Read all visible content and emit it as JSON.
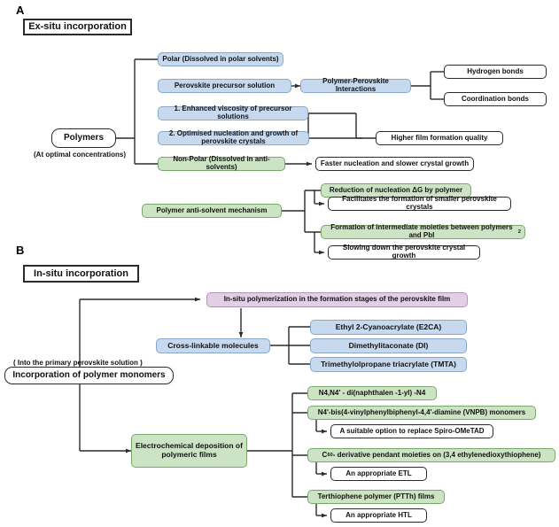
{
  "figure": {
    "panel_a_letter": "A",
    "panel_b_letter": "B"
  },
  "panel_a": {
    "header": "Ex-situ incorporation",
    "root": {
      "label": "Polymers",
      "caption": "(At optimal concentrations)"
    },
    "nodes": {
      "polar": "Polar (Dissolved in polar solvents)",
      "precursor": "Perovskite precursor solution",
      "interactions": "Polymer-Perovskite Interactions",
      "hydrogen_bonds": "Hydrogen bonds",
      "coordination_bonds": "Coordination bonds",
      "viscosity": "1. Enhanced viscosity of precursor solutions",
      "nucleation_growth": "2. Optimised nucleation and growth of perovskite crystals",
      "film_quality": "Higher film formation quality",
      "nonpolar": "Non-Polar (Dissolved in anti-solvents)",
      "faster_nucleation": "Faster nucleation and slower crystal growth",
      "anti_solvent_mechanism": "Polymer anti-solvent mechanism",
      "reduction_dg": "Reduction of nucleation ΔG by polymer",
      "smaller_crystals": "Facilitates the formation of smaller perovskite crystals",
      "intermediate_moieties_pre": "Formation of intermediate moieties between polymers and PbI",
      "intermediate_moieties_sub": "2",
      "slowing_growth": "Slowing down the perovskite crystal growth"
    }
  },
  "panel_b": {
    "header": "In-situ incorporation",
    "root": {
      "caption": "( Into the primary perovskite solution )",
      "label": "Incorporation of polymer monomers"
    },
    "nodes": {
      "in_situ_polymerization": "In-situ polymerization in the formation stages of the perovskite film",
      "cross_linkable": "Cross-linkable molecules",
      "e2ca": "Ethyl 2-Cyanoacrylate (E2CA)",
      "di": "Dimethylitaconate (DI)",
      "tmta": "Trimethylolpropane triacrylate (TMTA)",
      "electrodeposition": "Electrochemical deposition of polymeric films",
      "n4": "N4,N4' - di(naphthalen -1-yl) -N4",
      "vnpb": "N4'-bis(4-vinylphenylbiphenyl-4,4'-diamine (VNPB) monomers",
      "spiro": "A suitable option to replace Spiro-OMeTAD",
      "c60_pre": "C",
      "c60_sub": "60",
      "c60_post": " - derivative pendant moieties on (3,4 ethylenedioxythiophene)",
      "etl": "An appropriate ETL",
      "ptth": "Terthiophene polymer (PTTh) films",
      "htl": "An appropriate HTL"
    }
  },
  "colors": {
    "blue_fill": "#c6d9ef",
    "blue_border": "#8aa8c8",
    "green_fill": "#cce3c4",
    "green_border": "#79a86a",
    "purple_fill": "#e2cfe6",
    "purple_border": "#b095b8",
    "white_fill": "#ffffff",
    "line": "#2b2b2b"
  }
}
